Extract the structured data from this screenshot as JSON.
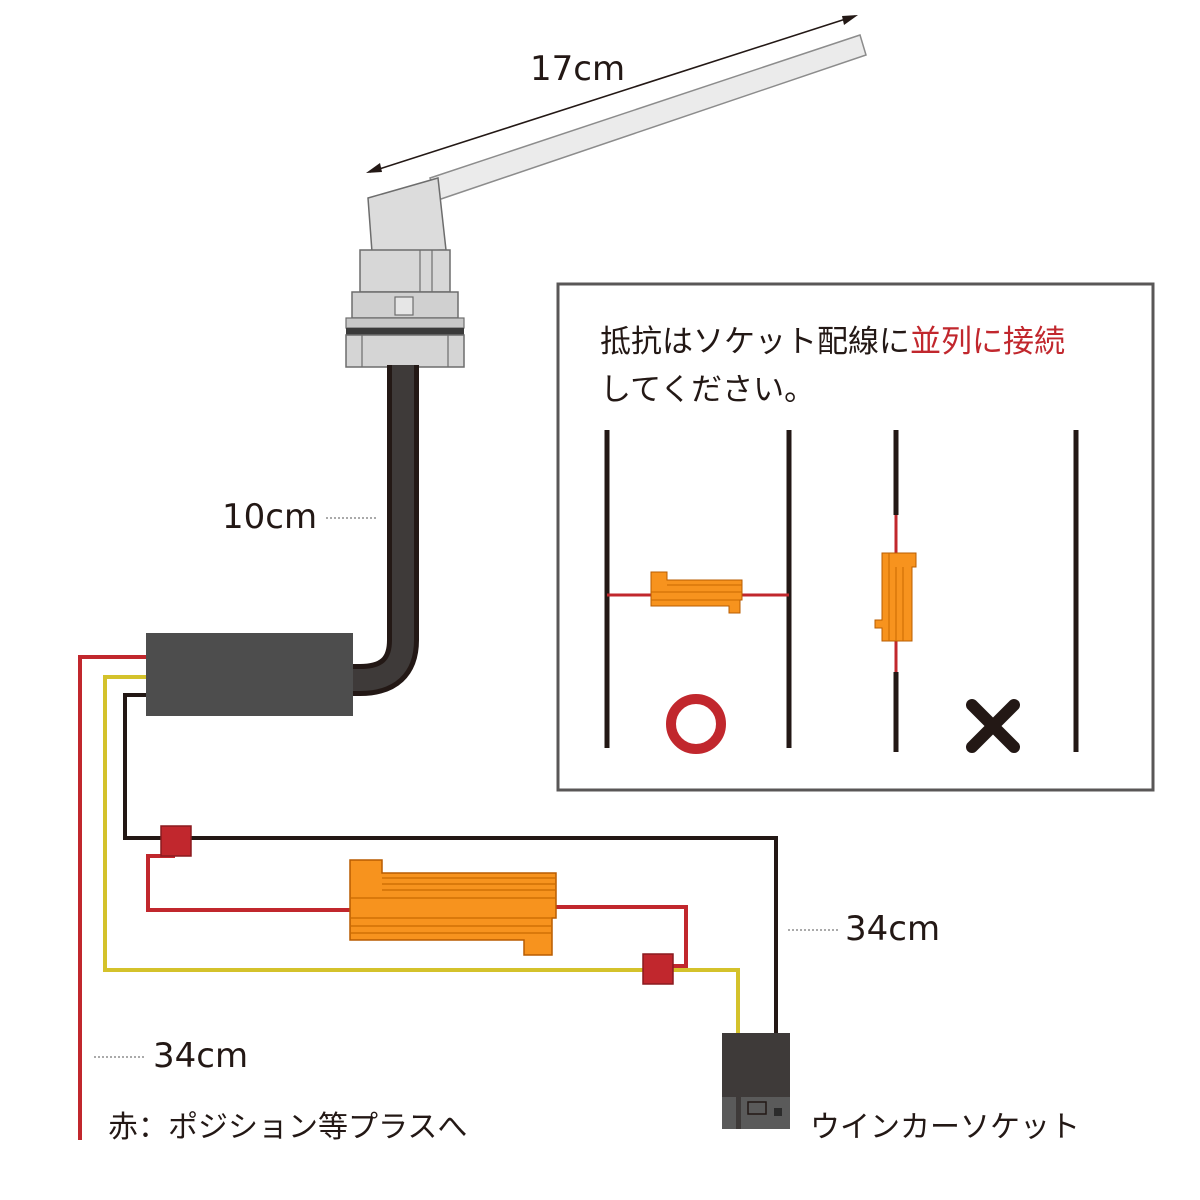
{
  "dimensions": {
    "top_cable": "17cm",
    "socket_cable": "10cm",
    "red_wire": "34cm",
    "harness": "34cm"
  },
  "labels": {
    "red_wire": "赤：ポジション等プラスへ",
    "socket": "ウインカーソケット"
  },
  "note": {
    "line1_before": "抵抗はソケット配線に",
    "line1_highlight": "並列に接続",
    "line2": "してください。"
  },
  "marks": {
    "correct": "circle",
    "wrong": "cross"
  },
  "colors": {
    "red_wire": "#c1272d",
    "yellow_wire": "#d4c22b",
    "black_wire": "#231815",
    "resistor": "#f7931e",
    "module": "#4d4d4d",
    "connector": "#c1272d",
    "highlight": "#c1272d"
  }
}
